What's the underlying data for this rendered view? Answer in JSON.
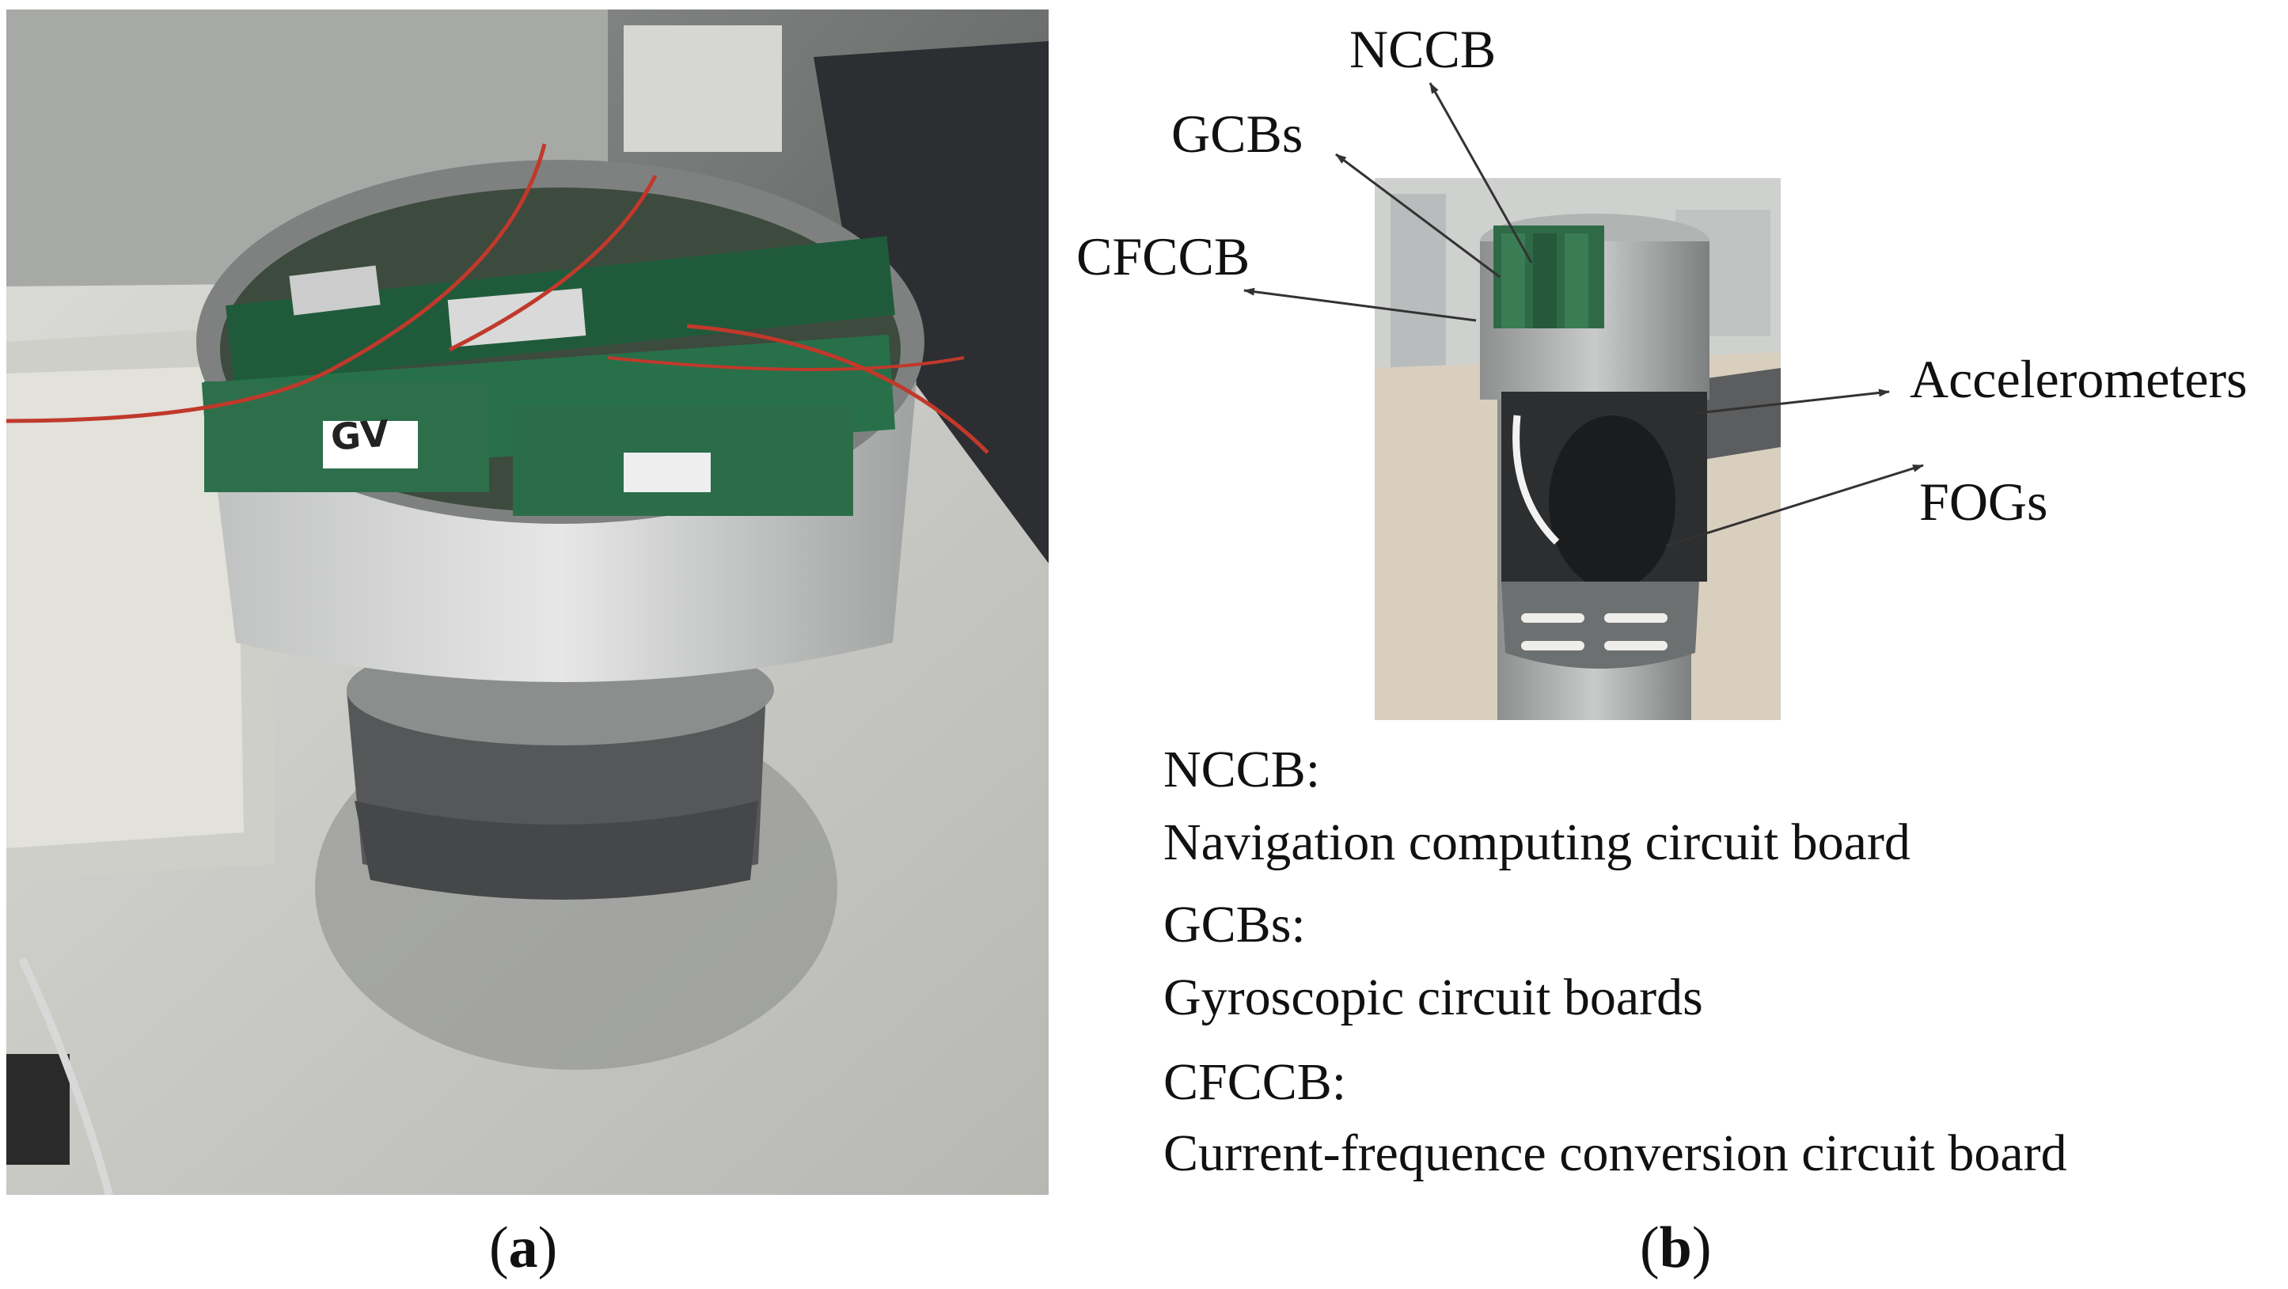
{
  "panel_a": {
    "label_open": "(",
    "label_letter": "a",
    "label_close": ")",
    "handwritten_tag": "GV"
  },
  "panel_b": {
    "label_open": "(",
    "label_letter": "b",
    "label_close": ")",
    "callouts": {
      "nccb": "NCCB",
      "gcbs": "GCBs",
      "cfccb": "CFCCB",
      "accelerometers": "Accelerometers",
      "fogs": "FOGs"
    },
    "legend": [
      {
        "abbr": "NCCB:",
        "full": "Navigation computing circuit board"
      },
      {
        "abbr": "GCBs:",
        "full": "Gyroscopic circuit boards"
      },
      {
        "abbr": "CFCCB:",
        "full": "Current-frequence conversion circuit board"
      }
    ]
  }
}
